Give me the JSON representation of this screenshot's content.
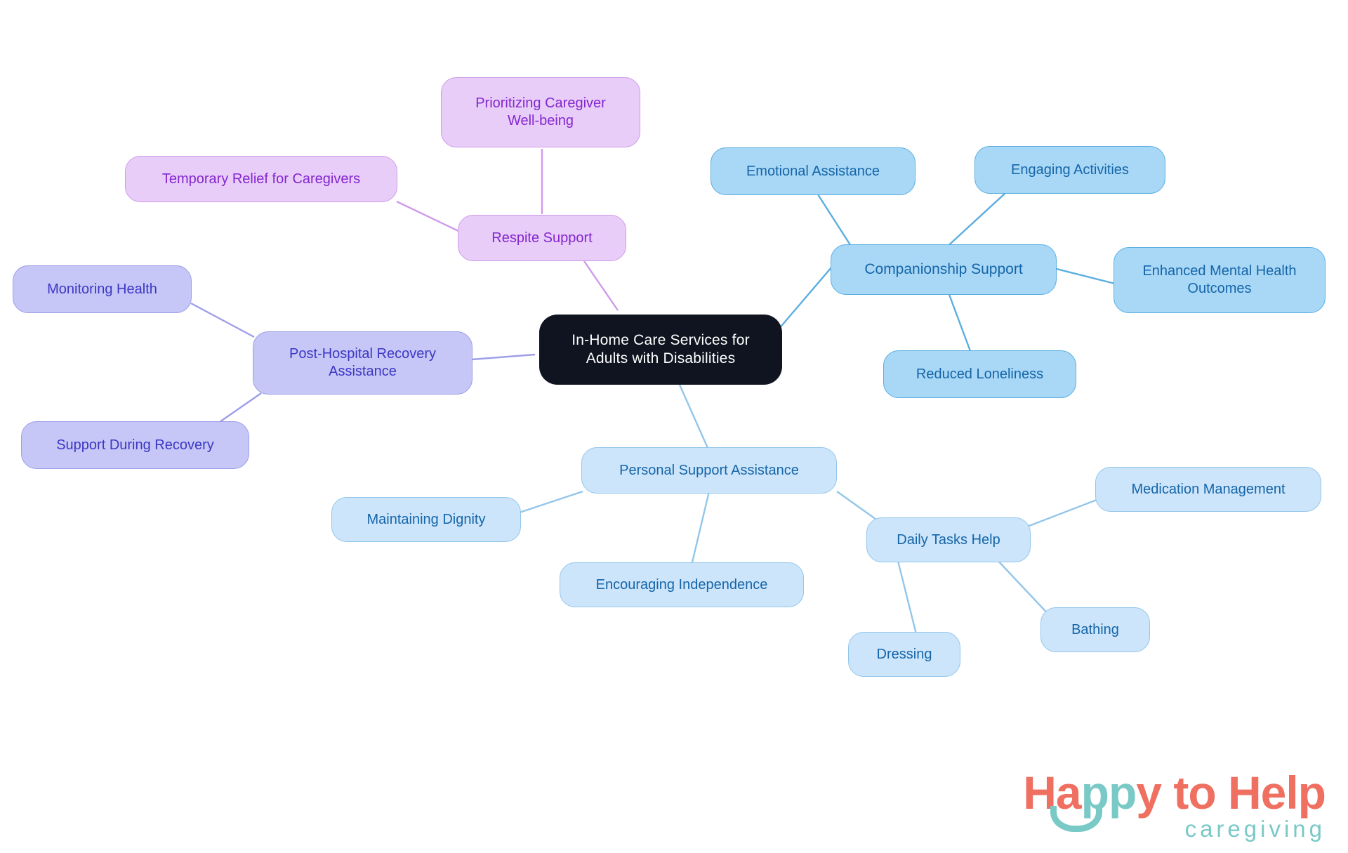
{
  "diagram": {
    "type": "mindmap",
    "background": "#ffffff",
    "root": {
      "id": "root",
      "label": "In-Home Care Services for\nAdults with Disabilities",
      "fill": "#0f1420",
      "text_color": "#ffffff"
    },
    "palette": {
      "blue_mid_fill": "#a9d8f7",
      "blue_mid_stroke": "#5aaee0",
      "blue_light_fill": "#cce5fb",
      "blue_light_stroke": "#93c6ea",
      "periwinkle_fill": "#c6c7f6",
      "periwinkle_stroke": "#9d9ee8",
      "lilac_fill": "#e8cdf8",
      "lilac_stroke": "#cf9bea",
      "blue_text": "#1565a8",
      "periwinkle_text": "#3b37c4",
      "lilac_text": "#8326cf"
    },
    "nodes": [
      {
        "id": "companionship",
        "label": "Companionship Support"
      },
      {
        "id": "emotional",
        "label": "Emotional Assistance"
      },
      {
        "id": "engaging",
        "label": "Engaging Activities"
      },
      {
        "id": "mentalhealth",
        "label": "Enhanced Mental Health\nOutcomes"
      },
      {
        "id": "loneliness",
        "label": "Reduced Loneliness"
      },
      {
        "id": "personal",
        "label": "Personal Support Assistance"
      },
      {
        "id": "dignity",
        "label": "Maintaining Dignity"
      },
      {
        "id": "independence",
        "label": "Encouraging Independence"
      },
      {
        "id": "dailytasks",
        "label": "Daily Tasks Help"
      },
      {
        "id": "medication",
        "label": "Medication Management"
      },
      {
        "id": "bathing",
        "label": "Bathing"
      },
      {
        "id": "dressing",
        "label": "Dressing"
      },
      {
        "id": "posthospital",
        "label": "Post-Hospital Recovery\nAssistance"
      },
      {
        "id": "monitoring",
        "label": "Monitoring Health"
      },
      {
        "id": "recovery",
        "label": "Support During Recovery"
      },
      {
        "id": "respite",
        "label": "Respite Support"
      },
      {
        "id": "temporary",
        "label": "Temporary Relief for Caregivers"
      },
      {
        "id": "wellbeing",
        "label": "Prioritizing Caregiver\nWell-being"
      }
    ],
    "edges": [
      {
        "from": "root",
        "to": "companionship"
      },
      {
        "from": "companionship",
        "to": "emotional"
      },
      {
        "from": "companionship",
        "to": "engaging"
      },
      {
        "from": "companionship",
        "to": "mentalhealth"
      },
      {
        "from": "companionship",
        "to": "loneliness"
      },
      {
        "from": "root",
        "to": "personal"
      },
      {
        "from": "personal",
        "to": "dignity"
      },
      {
        "from": "personal",
        "to": "independence"
      },
      {
        "from": "personal",
        "to": "dailytasks"
      },
      {
        "from": "dailytasks",
        "to": "medication"
      },
      {
        "from": "dailytasks",
        "to": "bathing"
      },
      {
        "from": "dailytasks",
        "to": "dressing"
      },
      {
        "from": "root",
        "to": "posthospital"
      },
      {
        "from": "posthospital",
        "to": "monitoring"
      },
      {
        "from": "posthospital",
        "to": "recovery"
      },
      {
        "from": "root",
        "to": "respite"
      },
      {
        "from": "respite",
        "to": "temporary"
      },
      {
        "from": "respite",
        "to": "wellbeing"
      }
    ]
  },
  "logo": {
    "word_happy": "Ha",
    "word_pp": "pp",
    "word_y": "y",
    "word_to_help": " to Help",
    "subtitle": "caregiving",
    "coral": "#ef6f61",
    "teal": "#79c9c7"
  }
}
